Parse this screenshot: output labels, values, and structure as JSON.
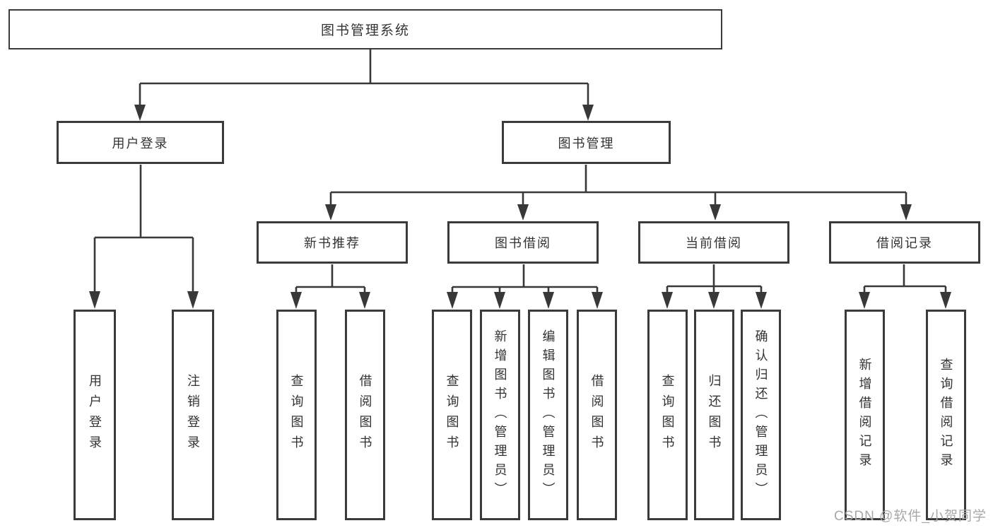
{
  "diagram": {
    "root": {
      "label": "图书管理系统",
      "children": [
        {
          "label": "用户登录",
          "children": [
            {
              "label": "用户登录"
            },
            {
              "label": "注销登录"
            }
          ]
        },
        {
          "label": "图书管理",
          "children": [
            {
              "label": "新书推荐",
              "children": [
                {
                  "label": "查询图书"
                },
                {
                  "label": "借阅图书"
                }
              ]
            },
            {
              "label": "图书借阅",
              "children": [
                {
                  "label": "查询图书"
                },
                {
                  "label": "新增图书（管理员）"
                },
                {
                  "label": "编辑图书（管理员）"
                },
                {
                  "label": "借阅图书"
                }
              ]
            },
            {
              "label": "当前借阅",
              "children": [
                {
                  "label": "查询图书"
                },
                {
                  "label": "归还图书"
                },
                {
                  "label": "确认归还（管理员）"
                }
              ]
            },
            {
              "label": "借阅记录",
              "children": [
                {
                  "label": "新增借阅记录"
                },
                {
                  "label": "查询借阅记录"
                }
              ]
            }
          ]
        }
      ]
    }
  },
  "watermark": {
    "text": "CSDN @软件_小贺同学"
  },
  "colors": {
    "line": "#383838",
    "box_border": "#3a3a3a",
    "box_background": "#ffffff",
    "text": "#333333",
    "watermark": "#a8a8a8"
  }
}
